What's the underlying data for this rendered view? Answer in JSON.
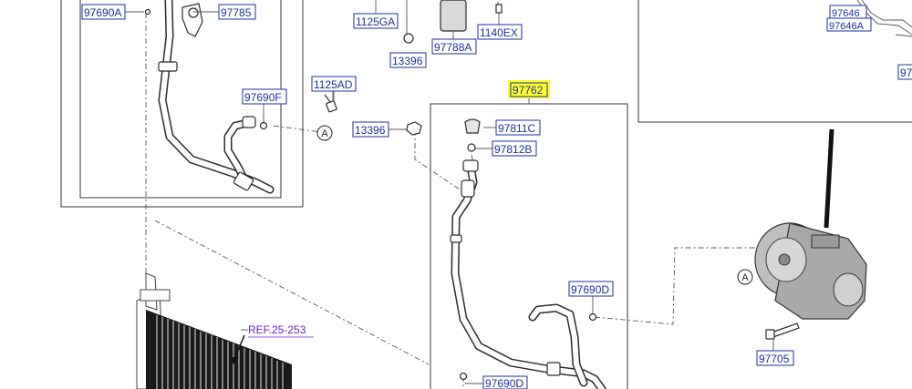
{
  "diagram": {
    "part_labels": {
      "p_97690A": "97690A",
      "p_97785": "97785",
      "p_1125GA": "1125GA",
      "p_13396_top": "13396",
      "p_97788A": "97788A",
      "p_1140EX": "1140EX",
      "p_97646": "97646",
      "p_97646A": "97646A",
      "p_97_edge": "97",
      "p_1125AD": "1125AD",
      "p_97690F": "97690F",
      "p_97762": "97762",
      "p_13396_mid": "13396",
      "p_97811C": "97811C",
      "p_97812B": "97812B",
      "p_97690D": "97690D",
      "p_97705": "97705",
      "p_97690D_bottom": "97690D"
    },
    "highlighted_label": "97762",
    "highlight_color": "#ffff2a",
    "label_color": "#1a2fa0",
    "reference": "REF.25-253",
    "reference_color": "#6a23c4",
    "connection_marker_left": "A",
    "connection_marker_right": "A"
  }
}
